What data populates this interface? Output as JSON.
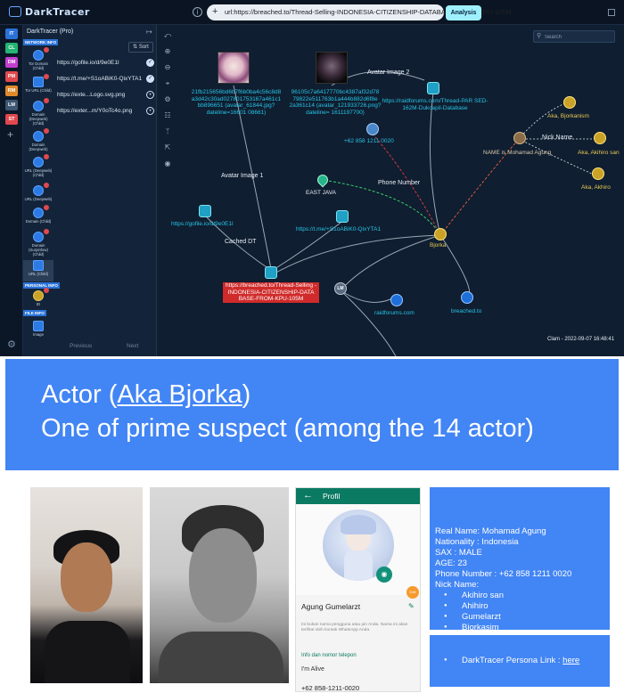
{
  "app": {
    "logo_text": "DarkTracer",
    "url": "url:https://breached.to/Thread-Selling-INDONESIA-CITIZENSHIP-DATABASE-FROM-KPU-105M",
    "analysis_label": "Analysis",
    "rail": [
      {
        "label": "IT",
        "color": "#2a72d8"
      },
      {
        "label": "CL",
        "color": "#22b573"
      },
      {
        "label": "DM",
        "color": "#c43fd1"
      },
      {
        "label": "PM",
        "color": "#e0484e"
      },
      {
        "label": "RM",
        "color": "#e08a2b"
      },
      {
        "label": "LM",
        "color": "#3c5673"
      },
      {
        "label": "ST",
        "color": "#e0484e"
      }
    ]
  },
  "panel": {
    "title": "DarkTracer (Pro)",
    "sort_label": "Sort",
    "network_info_label": "NETWORK INFO",
    "personal_info_label": "PERSONAL INFO",
    "file_info_label": "FILE INFO",
    "tree": [
      {
        "label": "Tor Domain (Child)",
        "kind": "globe"
      },
      {
        "label": "Tor URL (Child)",
        "kind": "img"
      },
      {
        "label": "Domain (Deepweb) (Child)",
        "kind": "globe"
      },
      {
        "label": "Domain (Deepweb)",
        "kind": "globe"
      },
      {
        "label": "URL (Deepweb) (Child)",
        "kind": "globe"
      },
      {
        "label": "URL (Deepweb)",
        "kind": "globe"
      },
      {
        "label": "Domain (Child)",
        "kind": "globe"
      },
      {
        "label": "Domain (Surpinfow) (Child)",
        "kind": "globe"
      },
      {
        "label": "URL (Child)",
        "kind": "img"
      },
      {
        "label": "ID",
        "kind": "person"
      },
      {
        "label": "Image",
        "kind": "img"
      }
    ],
    "links": [
      {
        "text": "https://gofile.io/d/9e0E1I",
        "state": "checked"
      },
      {
        "text": "https://t.me/+S1oABiK0-QixYTA1",
        "state": "checked"
      },
      {
        "text": "https://exte...Logo.svg.png",
        "state": "open"
      },
      {
        "text": "https://exter...m/Y0oTc4o.png",
        "state": "open"
      }
    ],
    "prev_label": "Previous",
    "next_label": "Next"
  },
  "graph": {
    "search_placeholder": "Search",
    "timestamp": "Clam - 2022-09-07 16:48:41",
    "edge_labels": {
      "avatar2": "Avatar Image 2",
      "avatar1": "Avatar Image 1",
      "cached": "Cached DT",
      "phone": "Phone Number",
      "nick": "Nick Name"
    },
    "nodes": {
      "hash1": "21fb215656bd6b7f6b0ba4c56c8d8 a3d42c30ad027801753167a461c1 bb896651 (avatar_61844.jpg?dateline=16601 08661)",
      "hash2": "96105c7a6417770bc4387af32d78 79822e511763b1a444b882d6f8e 2a361c14 (avatar_121933726.png?dateline= 1611197700)",
      "raid_thread": "https://raidforums.com/Thread-PAR SED-162M-Dukcapil-Database",
      "phone": "+62 858 1211 0020",
      "east_java": "EAST JAVA",
      "gofile": "https://gofile.io/d/9e0E1I",
      "tme": "https://t.me/+S1oABiK0-QixYTA1",
      "breached_thread": "https://breached.to/Thread-Selling -INDONESIA-CITIZENSHIP-DATA BASE-FROM-KPU-105M",
      "bjorka": "Bjorka",
      "lm": "LM",
      "raidforums": "raidforums.com",
      "breached": "breached.to",
      "name_is": "NAME is Mohamad Agung",
      "aka_bjorkanism": "Aka, Bjorkanism",
      "aka_akihiro_san": "Aka, Akihiro san",
      "aka_akihiro": "Aka, Akhiro"
    }
  },
  "slide": {
    "title_prefix": "Actor (",
    "title_link": "Aka Bjorka",
    "title_suffix": ")",
    "subtitle": "One of prime suspect (among the 14 actor)",
    "profile": {
      "title": "Profil",
      "name": "Agung Gumelarzt",
      "note": "Ini bukan nama pengguna atau pin Anda. Nama ini akan terlihat oleh kontak WhatsApp Anda.",
      "section": "Info dan nomor telepon",
      "about": "I'm Alive",
      "number": "+62 858-1211-0020",
      "fab": "Edit"
    },
    "info": {
      "real_name": "Real Name: Mohamad Agung",
      "nationality": "Nationality : Indonesia",
      "sax": "SAX : MALE",
      "age": "AGE: 23",
      "phone": "Phone Number : +62 858 1211 0020",
      "nick_label": "Nick Name:",
      "nicks": [
        "Akihiro san",
        "Ahihiro",
        "Gumelarzt",
        "Bjorkasim"
      ]
    },
    "persona_label": "DarkTracer Persona Link : ",
    "persona_link": "here"
  }
}
